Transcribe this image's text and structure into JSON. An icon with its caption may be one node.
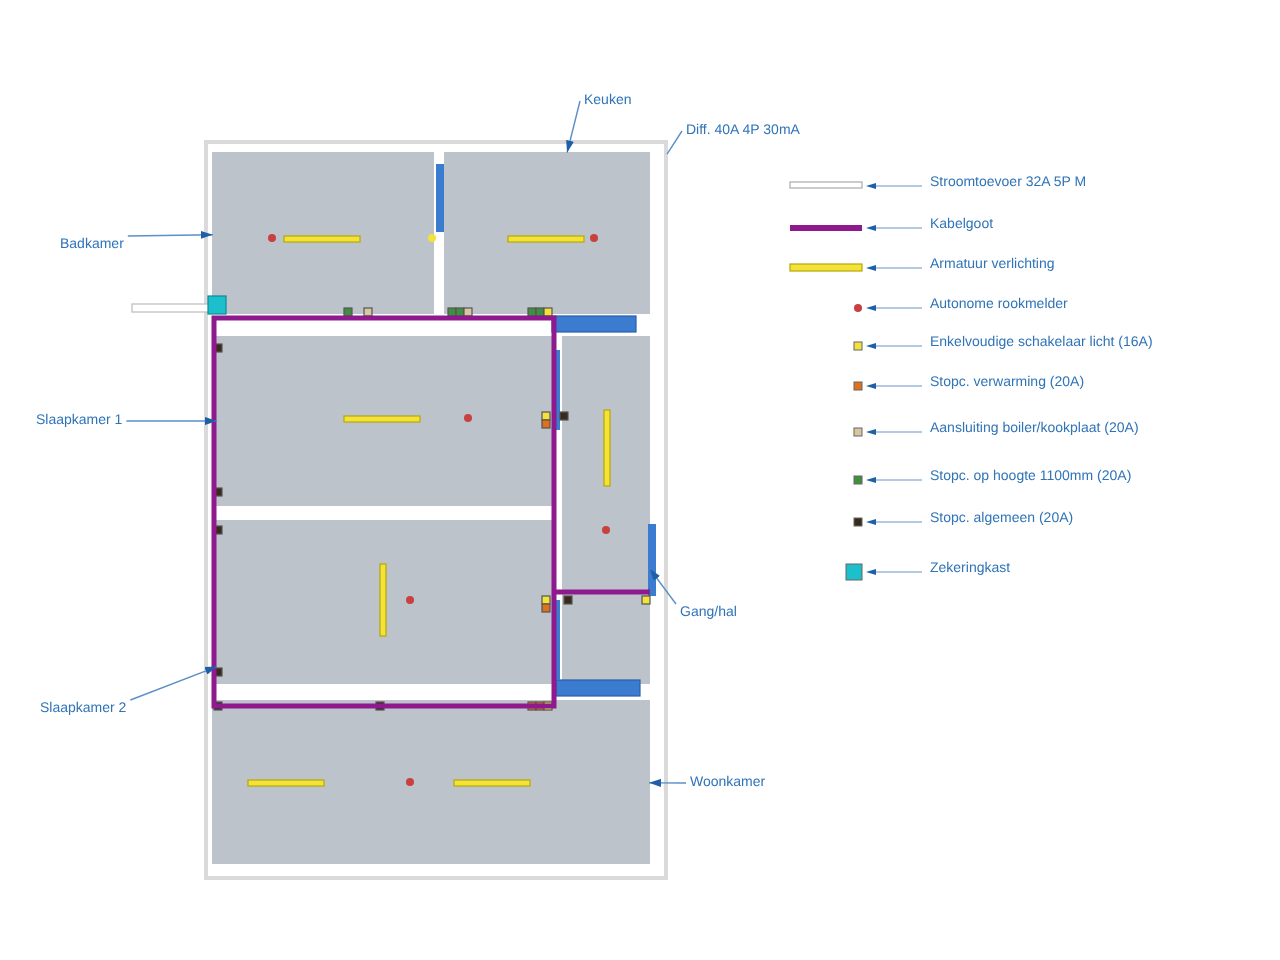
{
  "diagram": {
    "nodes": [
      {
        "text": [],
        "shape": "box"
      },
      {
        "text": [],
        "shape": "box",
        "in": 0
      },
      {
        "text": [],
        "shape": "box",
        "in": 0
      },
      {
        "text": [],
        "shape": "box",
        "in": 0
      },
      {
        "text": [],
        "shape": "box",
        "in": 0
      },
      {
        "text": [],
        "shape": "box",
        "in": 0
      },
      {
        "text": [],
        "shape": "box",
        "in": 0
      },
      {
        "text": [
          "Keuken"
        ]
      },
      {
        "text": [
          "Diff. 40A 4P 30mA"
        ]
      },
      {
        "text": [
          "Badkamer"
        ]
      },
      {
        "text": [
          "Slaapkamer 1"
        ]
      },
      {
        "text": [
          "Gang/hal"
        ]
      },
      {
        "text": [
          "Slaapkamer 2"
        ]
      },
      {
        "text": [
          "Woonkamer"
        ]
      }
    ],
    "edges": [
      {
        "from": 7,
        "to": 2,
        "arrow": "to"
      },
      {
        "from": 8,
        "to": 0,
        "arrow": "none"
      },
      {
        "from": 9,
        "to": 1,
        "arrow": "to"
      },
      {
        "from": 10,
        "to": 3,
        "arrow": "to"
      },
      {
        "from": 11,
        "to": 5,
        "arrow": "to"
      },
      {
        "from": 12,
        "to": 4,
        "arrow": "to"
      },
      {
        "from": 13,
        "to": 6,
        "arrow": "to"
      }
    ],
    "legend": [
      {
        "text": "Stroomtoevoer 32A 5P M"
      },
      {
        "text": "Kabelgoot"
      },
      {
        "text": "Armatuur verlichting"
      },
      {
        "text": "Autonome rookmelder"
      },
      {
        "text": "Enkelvoudige schakelaar licht (16A)",
        "color": "#f2e23a"
      },
      {
        "text": "Stopc. verwarming (20A)",
        "color": "#e0701a"
      },
      {
        "text": "Aansluiting boiler/kookplaat (20A)",
        "color": "#d8c8a0"
      },
      {
        "text": "Stopc. op hoogte 1100mm (20A)",
        "color": "#3f8f3f"
      },
      {
        "text": "Stopc. algemeen (20A)",
        "color": "#3a2a1a"
      },
      {
        "text": "Zekeringkast",
        "color": "#1cc0cc"
      }
    ]
  }
}
